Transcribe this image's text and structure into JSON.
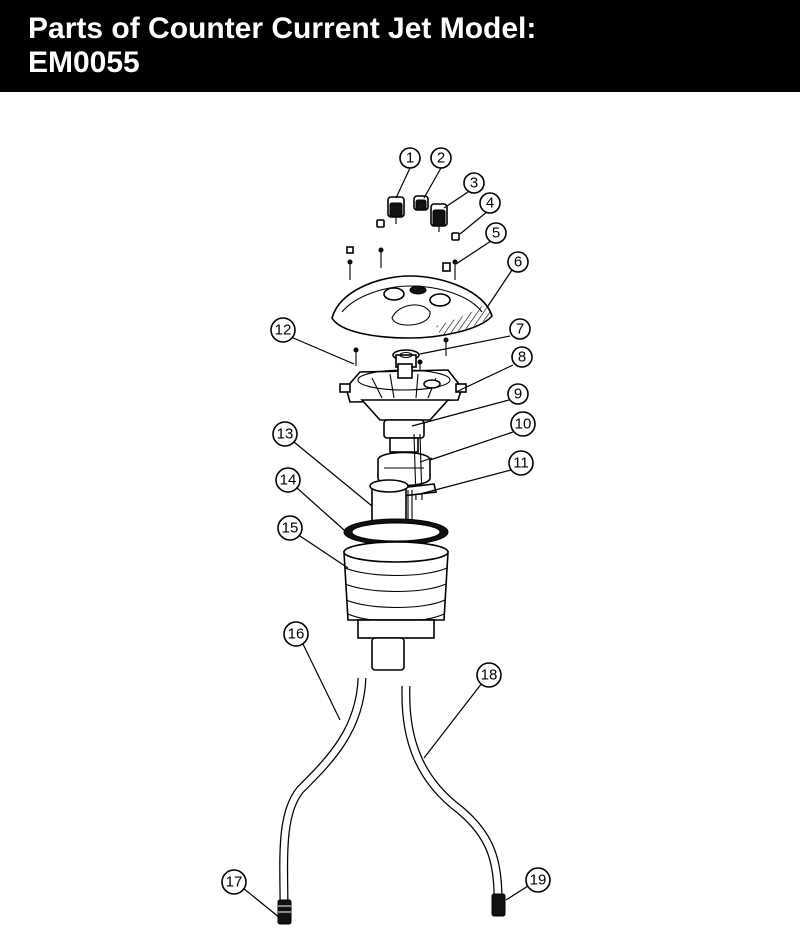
{
  "title": {
    "line1": "Parts of Counter Current Jet Model:",
    "line2": "EM0055"
  },
  "callouts": [
    "1",
    "2",
    "3",
    "4",
    "5",
    "6",
    "7",
    "8",
    "9",
    "10",
    "11",
    "12",
    "13",
    "14",
    "15",
    "16",
    "17",
    "18",
    "19"
  ]
}
